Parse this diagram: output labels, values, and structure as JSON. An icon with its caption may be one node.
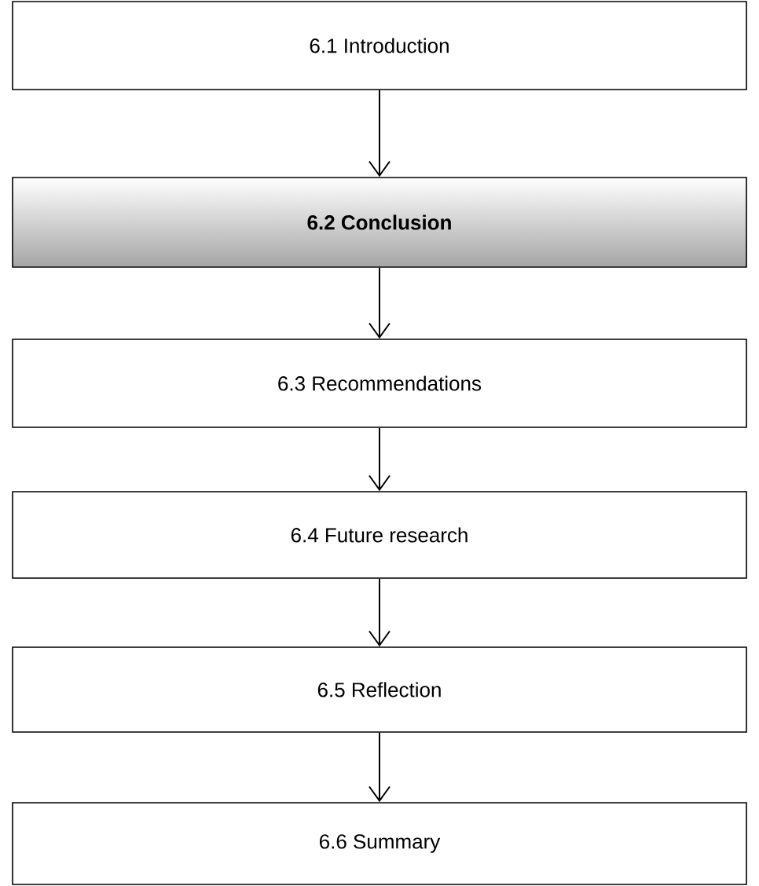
{
  "diagram": {
    "nodes": [
      {
        "text": [
          "6.1 Introduction"
        ]
      },
      {
        "text": [
          "6.2 Conclusion"
        ]
      },
      {
        "text": [
          "6.3 Recommendations"
        ]
      },
      {
        "text": [
          "6.4 Future research"
        ]
      },
      {
        "text": [
          "6.5 Reflection"
        ]
      },
      {
        "text": [
          "6.6 Summary"
        ]
      }
    ],
    "edges": [
      {
        "from": 0,
        "to": 1,
        "arrow": "to"
      },
      {
        "from": 1,
        "to": 2,
        "arrow": "to"
      },
      {
        "from": 2,
        "to": 3,
        "arrow": "to"
      },
      {
        "from": 3,
        "to": 4,
        "arrow": "to"
      },
      {
        "from": 4,
        "to": 5,
        "arrow": "to"
      }
    ]
  }
}
